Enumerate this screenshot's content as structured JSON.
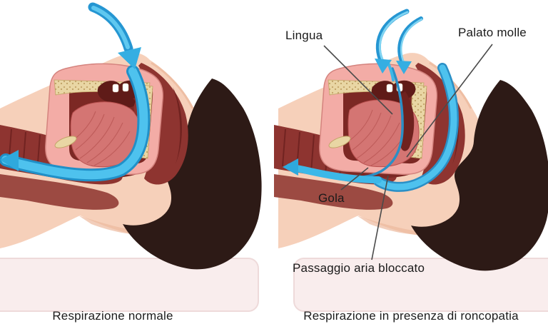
{
  "figure": {
    "left_panel": {
      "caption": "Respirazione normale"
    },
    "right_panel": {
      "caption": "Respirazione in presenza di roncopatia",
      "labels": {
        "lingua": "Lingua",
        "palato_molle": "Palato molle",
        "gola": "Gola",
        "passaggio": "Passaggio aria bloccato"
      }
    },
    "colors": {
      "background": "#ffffff",
      "skin": "#f6d0ba",
      "skin_shadow": "#ecb99e",
      "hair": "#2d1a16",
      "pillow": "#f9eded",
      "pillow_border": "#eedada",
      "airflow_light": "#4ec2ee",
      "airflow_dark": "#2090c8",
      "mouth_lining": "#f3aca6",
      "mouth_lining_border": "#d4837e",
      "cavity_dark": "#7c2824",
      "deep_red": "#8e3430",
      "tongue": "#d47573",
      "tongue_lines": "#b9504f",
      "bone": "#e9d6a4",
      "bone_dots": "#c2a368",
      "leader_line": "#4a4a4a",
      "text": "#1c1c1c"
    }
  }
}
